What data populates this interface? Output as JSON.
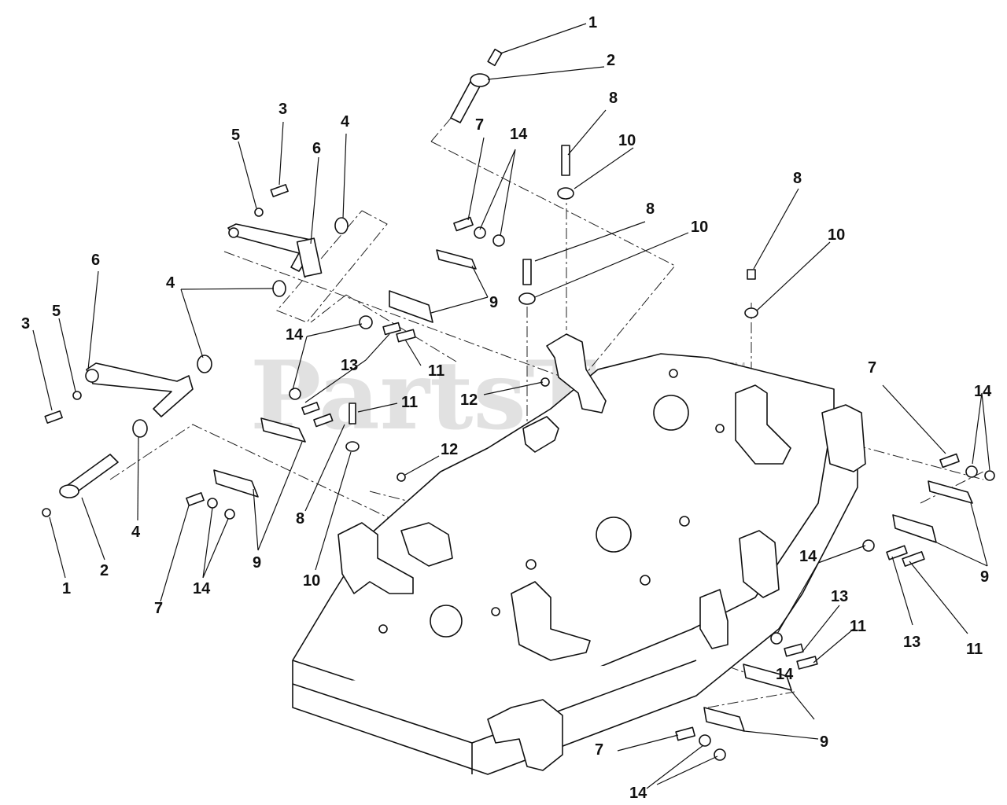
{
  "watermark": {
    "text": "PartsTree",
    "trademark": "TM"
  },
  "callouts": [
    {
      "id": "c1a",
      "label": "1"
    },
    {
      "id": "c2a",
      "label": "2"
    },
    {
      "id": "c8a",
      "label": "8"
    },
    {
      "id": "c10a",
      "label": "10"
    },
    {
      "id": "c7a",
      "label": "7"
    },
    {
      "id": "c14a",
      "label": "14"
    },
    {
      "id": "c3a",
      "label": "3"
    },
    {
      "id": "c4a",
      "label": "4"
    },
    {
      "id": "c5a",
      "label": "5"
    },
    {
      "id": "c6a",
      "label": "6"
    },
    {
      "id": "c8b",
      "label": "8"
    },
    {
      "id": "c10b",
      "label": "10"
    },
    {
      "id": "c8c",
      "label": "8"
    },
    {
      "id": "c10c",
      "label": "10"
    },
    {
      "id": "c6b",
      "label": "6"
    },
    {
      "id": "c3b",
      "label": "3"
    },
    {
      "id": "c5b",
      "label": "5"
    },
    {
      "id": "c4b",
      "label": "4"
    },
    {
      "id": "c9a",
      "label": "9"
    },
    {
      "id": "c14b",
      "label": "14"
    },
    {
      "id": "c13a",
      "label": "13"
    },
    {
      "id": "c11a",
      "label": "11"
    },
    {
      "id": "c12a",
      "label": "12"
    },
    {
      "id": "c11b",
      "label": "11"
    },
    {
      "id": "c7b",
      "label": "7"
    },
    {
      "id": "c14c",
      "label": "14"
    },
    {
      "id": "c12b",
      "label": "12"
    },
    {
      "id": "c4c",
      "label": "4"
    },
    {
      "id": "c1b",
      "label": "1"
    },
    {
      "id": "c2b",
      "label": "2"
    },
    {
      "id": "c7c",
      "label": "7"
    },
    {
      "id": "c14d",
      "label": "14"
    },
    {
      "id": "c9b",
      "label": "9"
    },
    {
      "id": "c8d",
      "label": "8"
    },
    {
      "id": "c10d",
      "label": "10"
    },
    {
      "id": "c9c",
      "label": "9"
    },
    {
      "id": "c14e",
      "label": "14"
    },
    {
      "id": "c13b",
      "label": "13"
    },
    {
      "id": "c11c",
      "label": "11"
    },
    {
      "id": "c13c",
      "label": "13"
    },
    {
      "id": "c11d",
      "label": "11"
    },
    {
      "id": "c14f",
      "label": "14"
    },
    {
      "id": "c9d",
      "label": "9"
    },
    {
      "id": "c7d",
      "label": "7"
    },
    {
      "id": "c14g",
      "label": "14"
    }
  ]
}
